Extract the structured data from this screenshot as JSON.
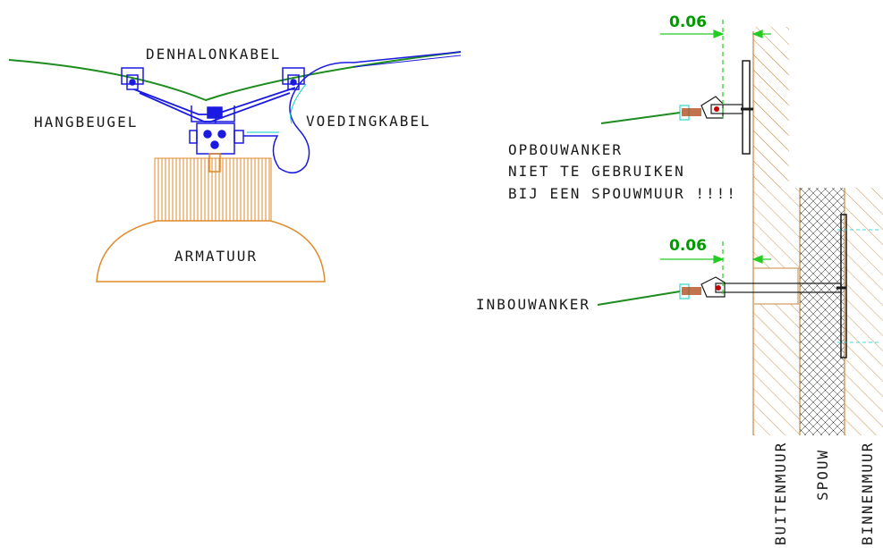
{
  "labels": {
    "denhalonkabel": "DENHALONKABEL",
    "hangbeugel": "HANGBEUGEL",
    "voedingkabel": "VOEDINGKABEL",
    "armatuur": "ARMATUUR",
    "opbouwanker": "OPBOUWANKER",
    "warning_line1": "NIET TE GEBRUIKEN",
    "warning_line2": "BIJ EEN SPOUWMUUR !!!!",
    "inbouwanker": "INBOUWANKER",
    "buitenmuur": "BUITENMUUR",
    "spouw": "SPOUW",
    "binnenmuur": "BINNENMUUR"
  },
  "dimensions": {
    "top": "0.06",
    "bottom": "0.06"
  },
  "colors": {
    "cable": "#1e8c1e",
    "fixture": "#1a1ae0",
    "lamp": "#e08a2a",
    "hatch": "#c8893e",
    "dimension": "#22cc22",
    "highlight": "#00cccc"
  }
}
